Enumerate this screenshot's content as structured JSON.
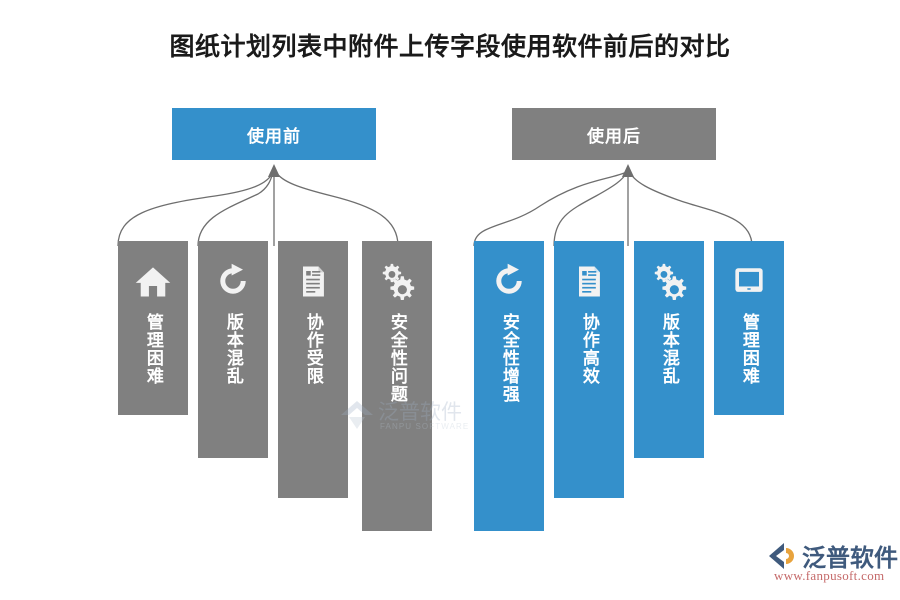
{
  "title": "图纸计划列表中附件上传字段使用软件前后的对比",
  "colors": {
    "blue": "#3490cb",
    "gray": "#808080",
    "title_text": "#1a1a1a",
    "connector": "#6e6e6e",
    "brand_name": "#3f5a7d",
    "brand_url": "#c56a6a"
  },
  "groups": {
    "before": {
      "header_label": "使用前",
      "color": "#3490cb",
      "columns": [
        {
          "label": "管理困难",
          "icon": "home-icon",
          "color": "gray"
        },
        {
          "label": "版本混乱",
          "icon": "refresh-icon",
          "color": "gray"
        },
        {
          "label": "协作受限",
          "icon": "document-icon",
          "color": "gray"
        },
        {
          "label": "安全性问题",
          "icon": "gears-icon",
          "color": "gray"
        }
      ]
    },
    "after": {
      "header_label": "使用后",
      "color": "#808080",
      "columns": [
        {
          "label": "安全性增强",
          "icon": "refresh-icon",
          "color": "blue"
        },
        {
          "label": "协作高效",
          "icon": "document-icon",
          "color": "blue"
        },
        {
          "label": "版本混乱",
          "icon": "gears-icon",
          "color": "blue"
        },
        {
          "label": "管理困难",
          "icon": "monitor-icon",
          "color": "blue"
        }
      ]
    }
  },
  "watermark": {
    "name": "泛普软件",
    "subtitle": "FANPU SOFTWARE"
  },
  "brand": {
    "name": "泛普软件",
    "url": "www.fanpusoft.com"
  }
}
